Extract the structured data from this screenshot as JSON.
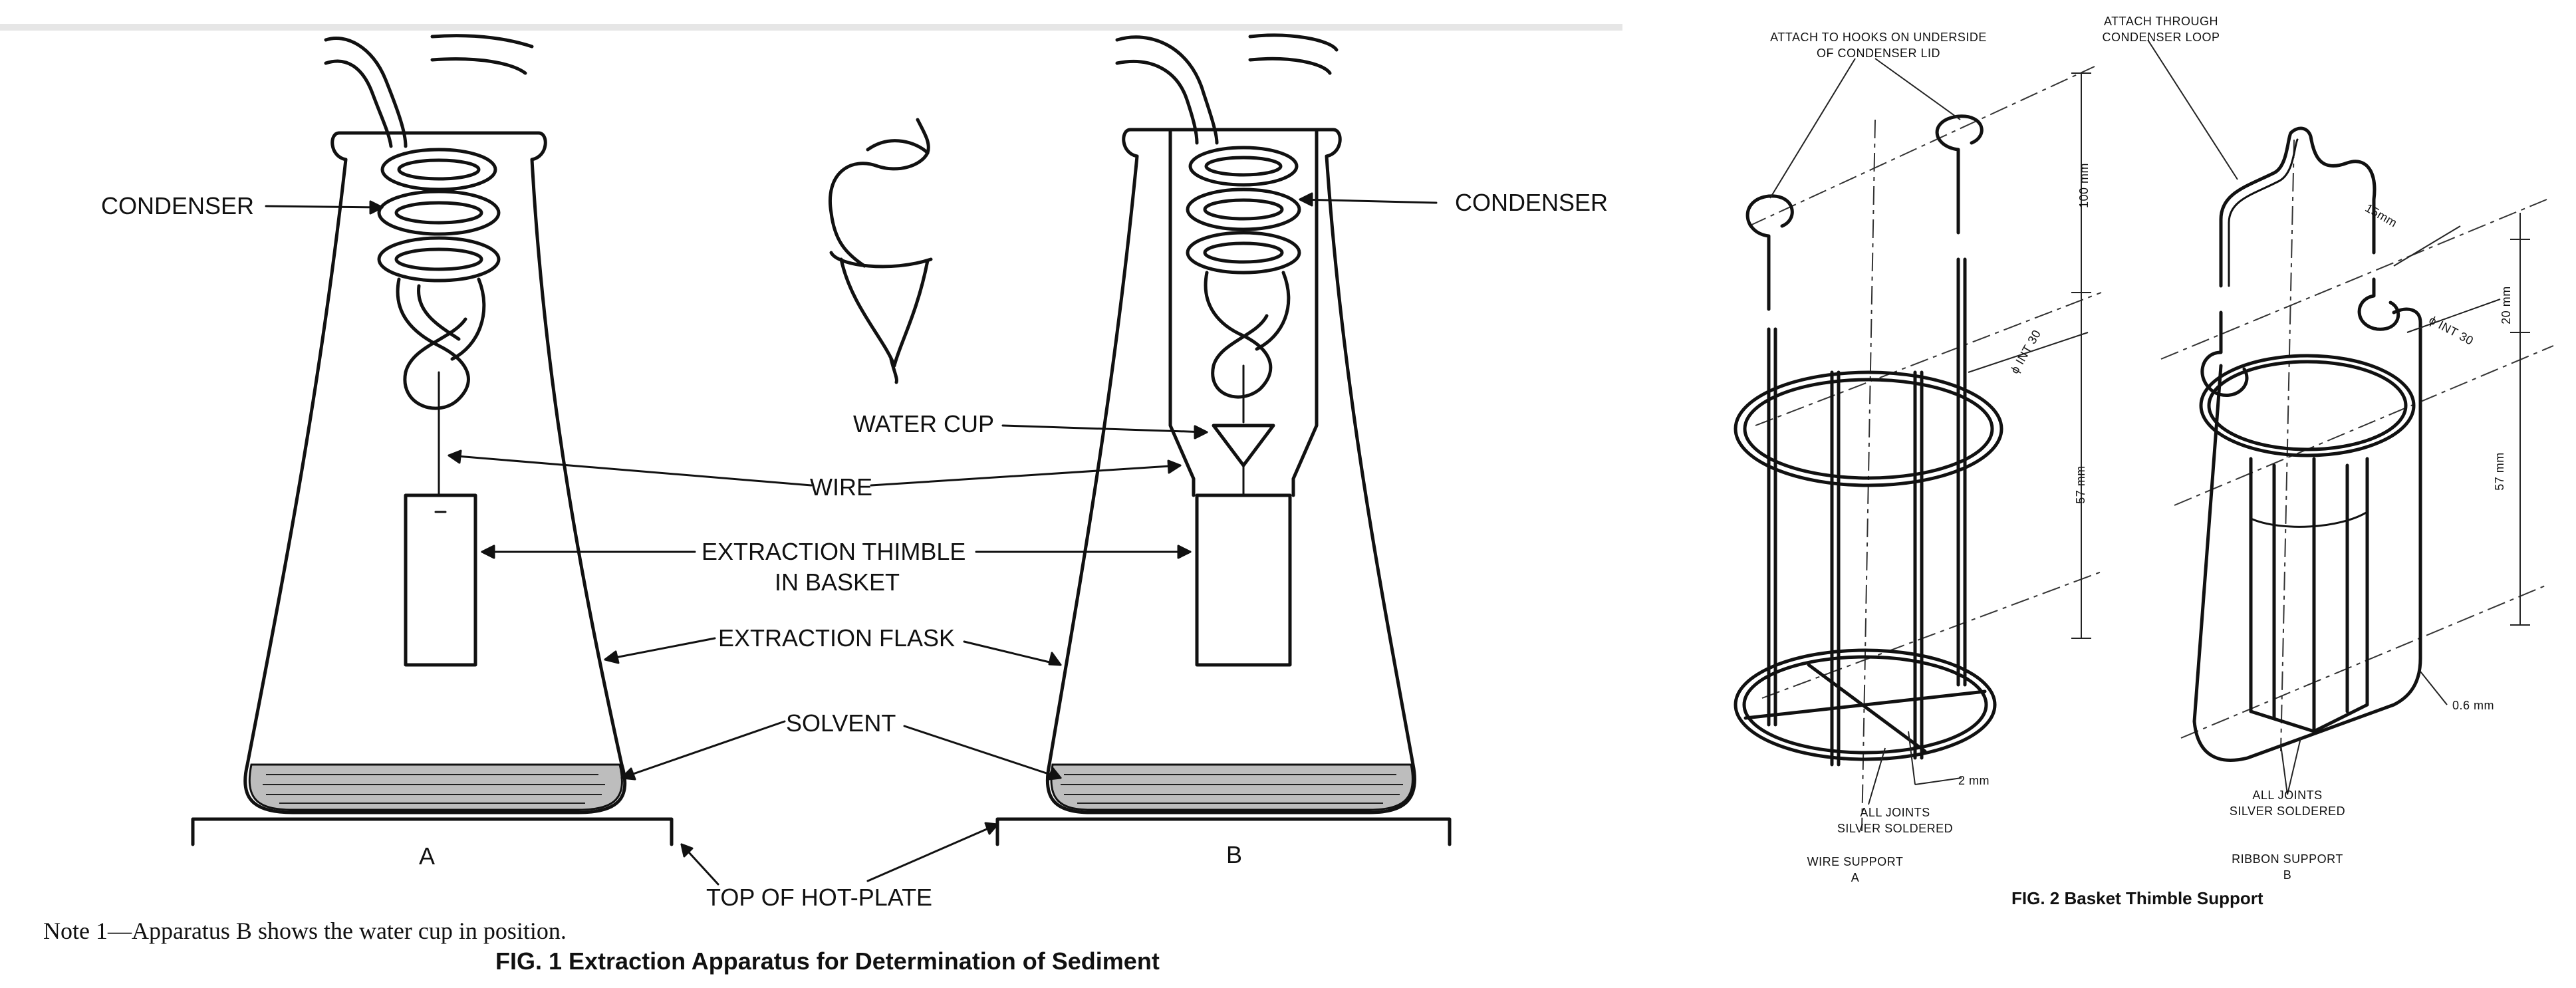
{
  "fig1": {
    "labels": {
      "condenser_left": "CONDENSER",
      "condenser_right": "CONDENSER",
      "water_cup": "WATER CUP",
      "wire": "WIRE",
      "thimble_line1": "EXTRACTION THIMBLE",
      "thimble_line2": "IN BASKET",
      "flask": "EXTRACTION FLASK",
      "solvent": "SOLVENT",
      "hot_plate": "TOP OF HOT-PLATE",
      "apparatus_a": "A",
      "apparatus_b": "B"
    },
    "note": "Note 1—Apparatus B shows the water cup in position.",
    "caption": "FIG. 1 Extraction Apparatus for Determination of Sediment"
  },
  "fig2": {
    "labels": {
      "attach_hooks_line1": "ATTACH TO HOOKS ON UNDERSIDE",
      "attach_hooks_line2": "OF CONDENSER LID",
      "attach_loop_line1": "ATTACH THROUGH",
      "attach_loop_line2": "CONDENSER LOOP",
      "dim_100": "100 mm",
      "dim_int30_a": "ϕ INT 30",
      "dim_57_a": "57 mm",
      "dim_15": "15mm",
      "dim_20": "20 mm",
      "dim_int30_b": "ϕ INT 30",
      "dim_57_b": "57 mm",
      "dim_06": "0.6 mm",
      "dim_2": "2 mm",
      "joints_a_line1": "ALL JOINTS",
      "joints_a_line2": "SILVER SOLDERED",
      "joints_b_line1": "ALL JOINTS",
      "joints_b_line2": "SILVER SOLDERED",
      "wire_support_line1": "WIRE SUPPORT",
      "wire_support_line2": "A",
      "ribbon_support_line1": "RIBBON SUPPORT",
      "ribbon_support_line2": "B"
    },
    "caption": "FIG. 2 Basket Thimble Support"
  }
}
